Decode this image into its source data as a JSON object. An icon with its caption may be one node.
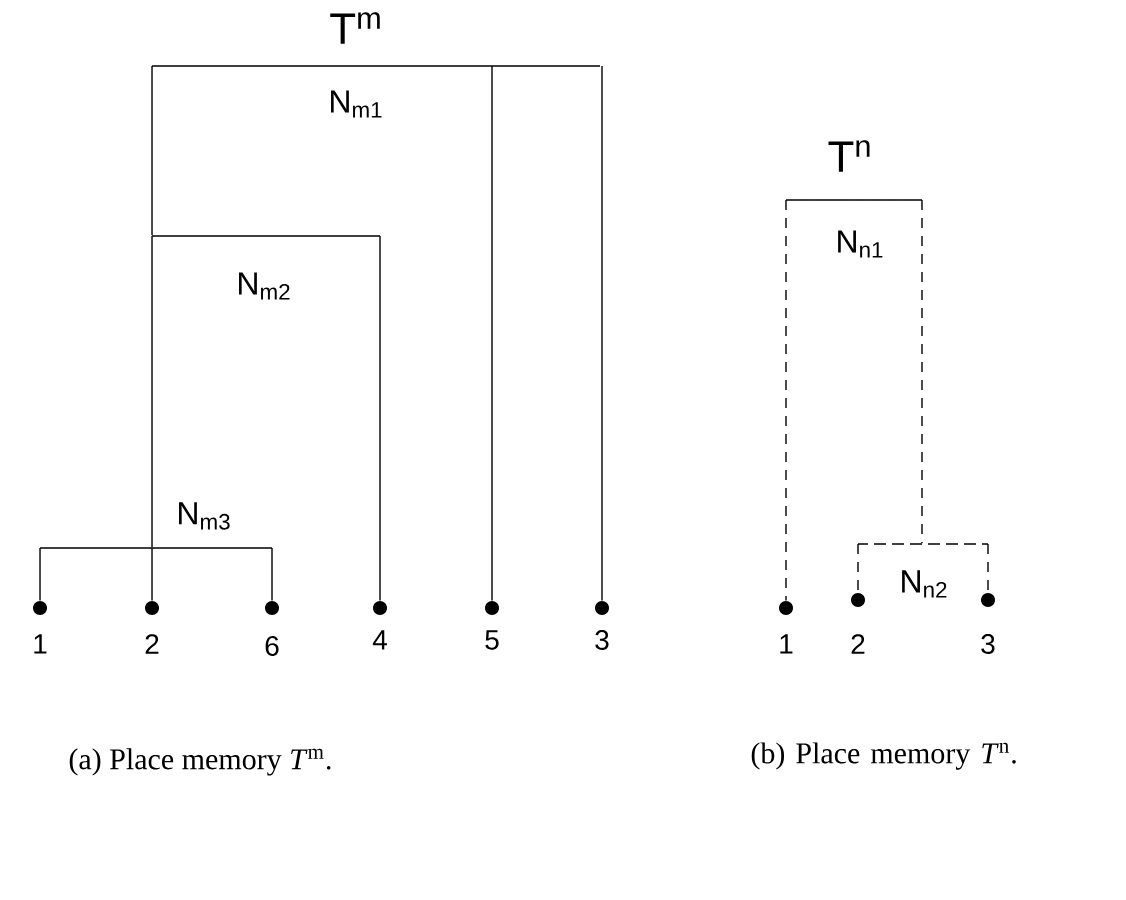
{
  "diagram": {
    "nodes": [
      {
        "text": [
          "N$_{m1}$"
        ]
      },
      {
        "text": [
          "N$_{m2}$"
        ]
      },
      {
        "text": [
          "N$_{m3}$"
        ]
      },
      {
        "text": [
          "1"
        ]
      },
      {
        "text": [
          "2"
        ]
      },
      {
        "text": [
          "6"
        ]
      },
      {
        "text": [
          "4"
        ]
      },
      {
        "text": [
          "5"
        ]
      },
      {
        "text": [
          "3"
        ]
      },
      {
        "text": [
          "N$_{n1}$"
        ]
      },
      {
        "text": [
          "N$_{n2}$"
        ]
      },
      {
        "text": [
          "1"
        ]
      },
      {
        "text": [
          "2"
        ]
      },
      {
        "text": [
          "3"
        ]
      }
    ],
    "edges": [
      {
        "from": 0,
        "to": 1,
        "arrow": "none"
      },
      {
        "from": 0,
        "to": 7,
        "arrow": "none"
      },
      {
        "from": 0,
        "to": 8,
        "arrow": "none"
      },
      {
        "from": 1,
        "to": 2,
        "arrow": "none"
      },
      {
        "from": 1,
        "to": 6,
        "arrow": "none"
      },
      {
        "from": 2,
        "to": 3,
        "arrow": "none"
      },
      {
        "from": 2,
        "to": 4,
        "arrow": "none"
      },
      {
        "from": 2,
        "to": 5,
        "arrow": "none"
      },
      {
        "from": 9,
        "to": 11,
        "arrow": "none",
        "style": "dashed"
      },
      {
        "from": 9,
        "to": 10,
        "arrow": "none",
        "style": "dashed"
      },
      {
        "from": 10,
        "to": 12,
        "arrow": "none",
        "style": "dashed"
      },
      {
        "from": 10,
        "to": 13,
        "arrow": "none",
        "style": "dashed"
      }
    ],
    "labels": [
      "T$^{m}$",
      "T$^{n}$",
      "(a) Place memory *T*$^{m}$.",
      "(b) Place memory *T*$^{n}$."
    ]
  }
}
